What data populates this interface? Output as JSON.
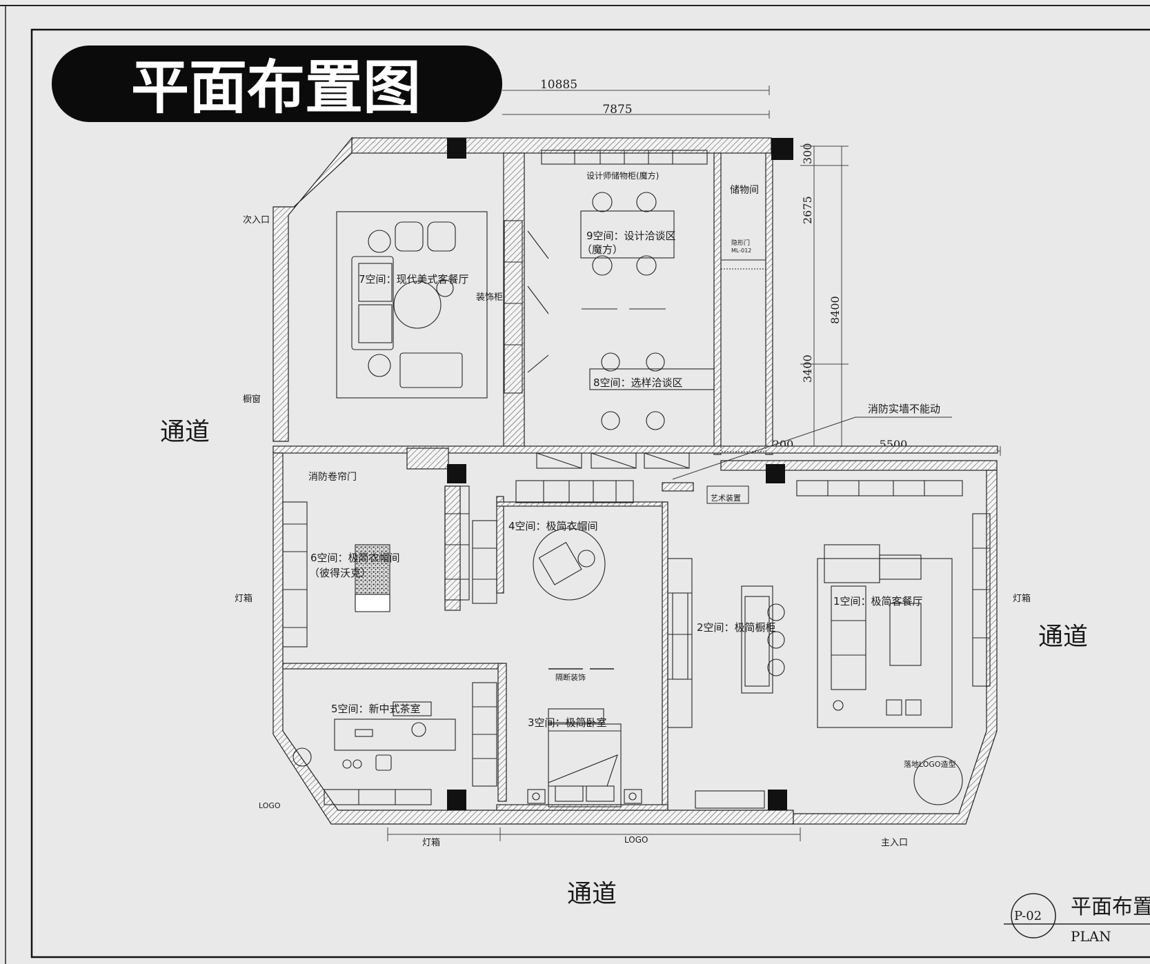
{
  "title": "平面布置图",
  "dimensions": {
    "d10885": "10885",
    "d7875": "7875",
    "d300": "300",
    "d2675": "2675",
    "d8400": "8400",
    "d3400": "3400",
    "d200": "200",
    "d5500": "5500"
  },
  "rooms": {
    "r1": "1空间：极简客餐厅",
    "r2": "2空间：极简橱柜",
    "r3": "3空间：极简卧室",
    "r4": "4空间：极简衣帽间",
    "r5": "5空间：新中式茶室",
    "r6a": "6空间：极简衣帽间",
    "r6b": "（彼得沃克）",
    "r7": "7空间：现代美式客餐厅",
    "r8": "8空间：选样洽谈区",
    "r9a": "9空间：设计洽谈区",
    "r9b": "（魔方）"
  },
  "labels": {
    "designer_cabinet": "设计师储物柜(魔方)",
    "storage_room": "储物间",
    "hidden_door": "隐形门",
    "hidden_door_code": "ML-012",
    "deco_cabinet": "装饰柜",
    "side_entrance": "次入口",
    "display_window": "橱窗",
    "fire_wall": "消防实墙不能动",
    "fire_shutter": "消防卷帘门",
    "light_box_left": "灯箱",
    "light_box_right": "灯箱",
    "light_box_bottom": "灯箱",
    "logo_left": "LOGO",
    "logo_bottom": "LOGO",
    "main_entrance": "主入口",
    "art_device": "艺术装置",
    "floor_logo": "落地LOGO造型",
    "partition": "隔断装饰",
    "aisle_left": "通道",
    "aisle_right": "通道",
    "aisle_bottom": "通道"
  },
  "title_block": {
    "code": "P-02",
    "name": "平面布置",
    "en": "PLAN"
  }
}
